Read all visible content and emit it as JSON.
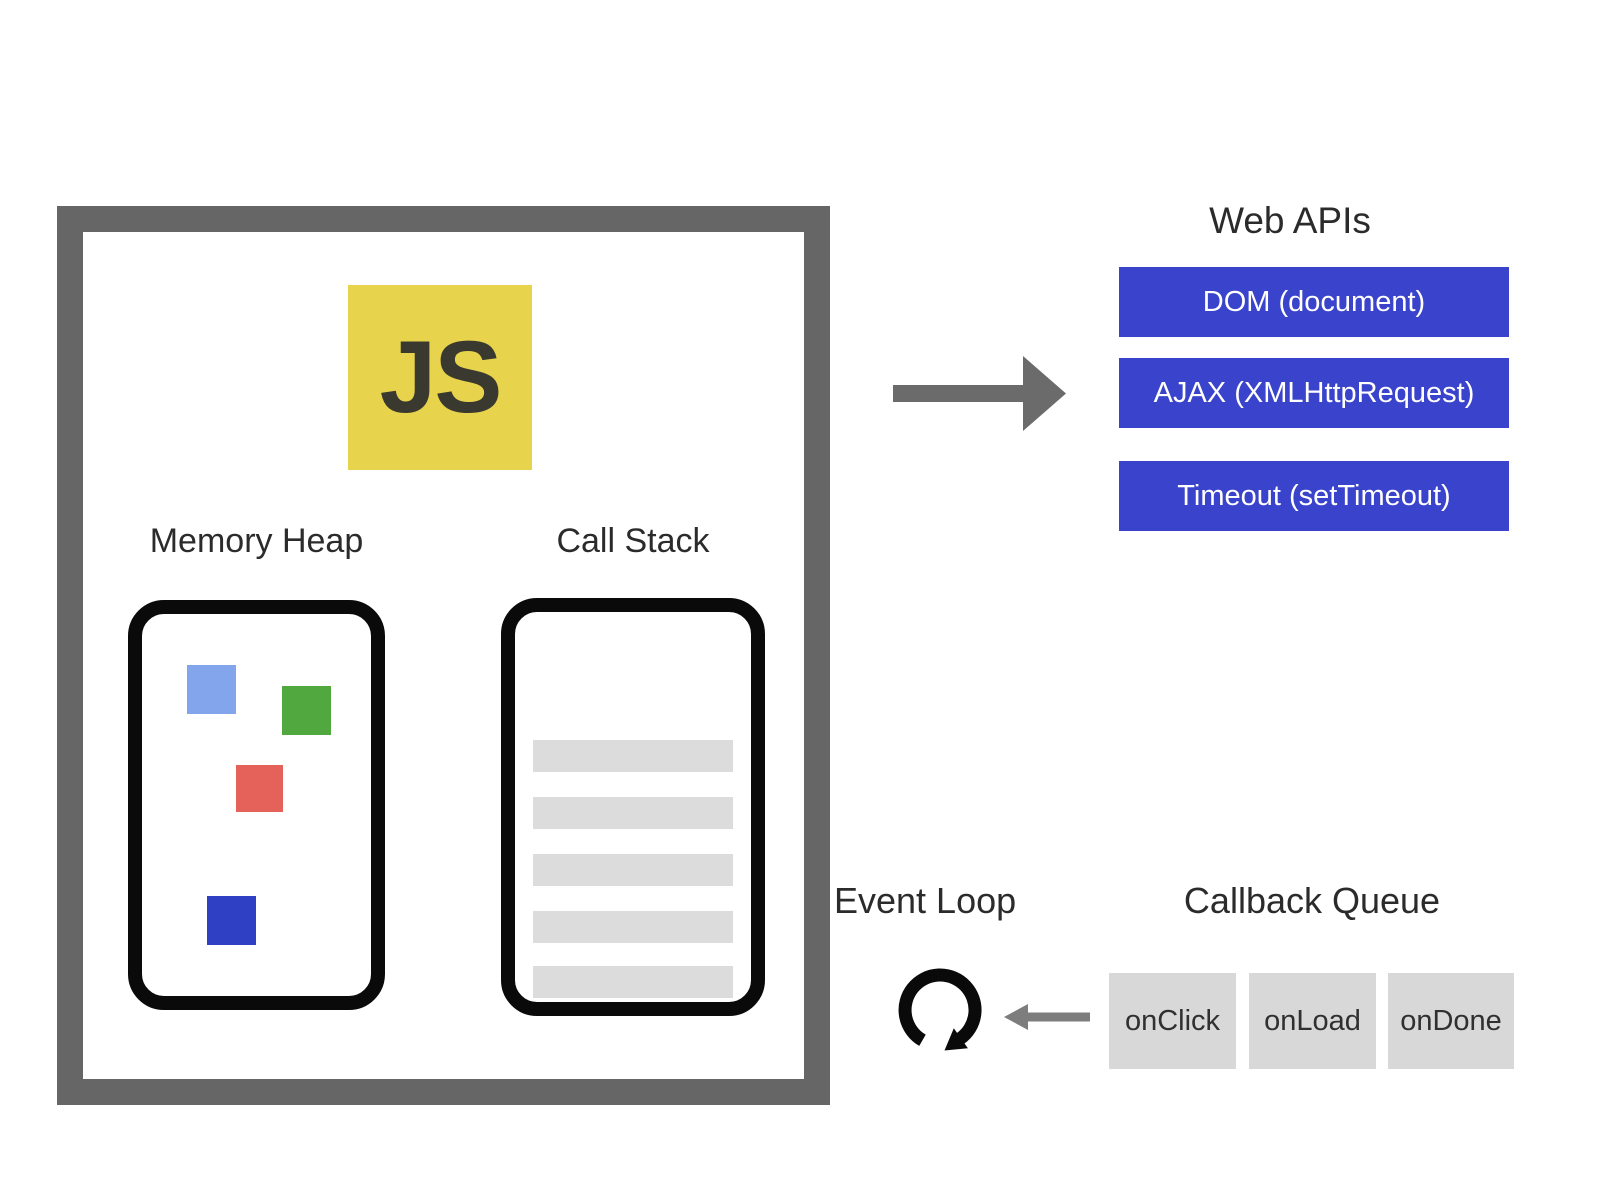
{
  "runtime": {
    "js_badge": "JS",
    "memory_heap": {
      "title": "Memory Heap"
    },
    "call_stack": {
      "title": "Call Stack",
      "frame_count": 5
    }
  },
  "web_apis": {
    "title": "Web APIs",
    "items": [
      {
        "label": "DOM (document)"
      },
      {
        "label": "AJAX (XMLHttpRequest)"
      },
      {
        "label": "Timeout (setTimeout)"
      }
    ]
  },
  "event_loop": {
    "title": "Event Loop"
  },
  "callback_queue": {
    "title": "Callback Queue",
    "items": [
      {
        "label": "onClick"
      },
      {
        "label": "onLoad"
      },
      {
        "label": "onDone"
      }
    ]
  },
  "icons": {
    "flow_arrow": "right-arrow",
    "event_loop_icon": "clockwise-cycle-arrow",
    "queue_arrow": "left-arrow"
  },
  "colors": {
    "frame_gray": "#666666",
    "arrow_gray": "#6b6b6b",
    "queue_arrow_gray": "#7d7d7d",
    "api_blue": "#3a43cb",
    "queue_box_gray": "#d8d8d8",
    "stack_bar_gray": "#dcdcdc",
    "js_yellow": "#e7d34c",
    "box_border_black": "#0a0a0a",
    "heap_blocks": [
      "#82a5eb",
      "#50a83e",
      "#e5625a",
      "#2f40c5"
    ]
  }
}
